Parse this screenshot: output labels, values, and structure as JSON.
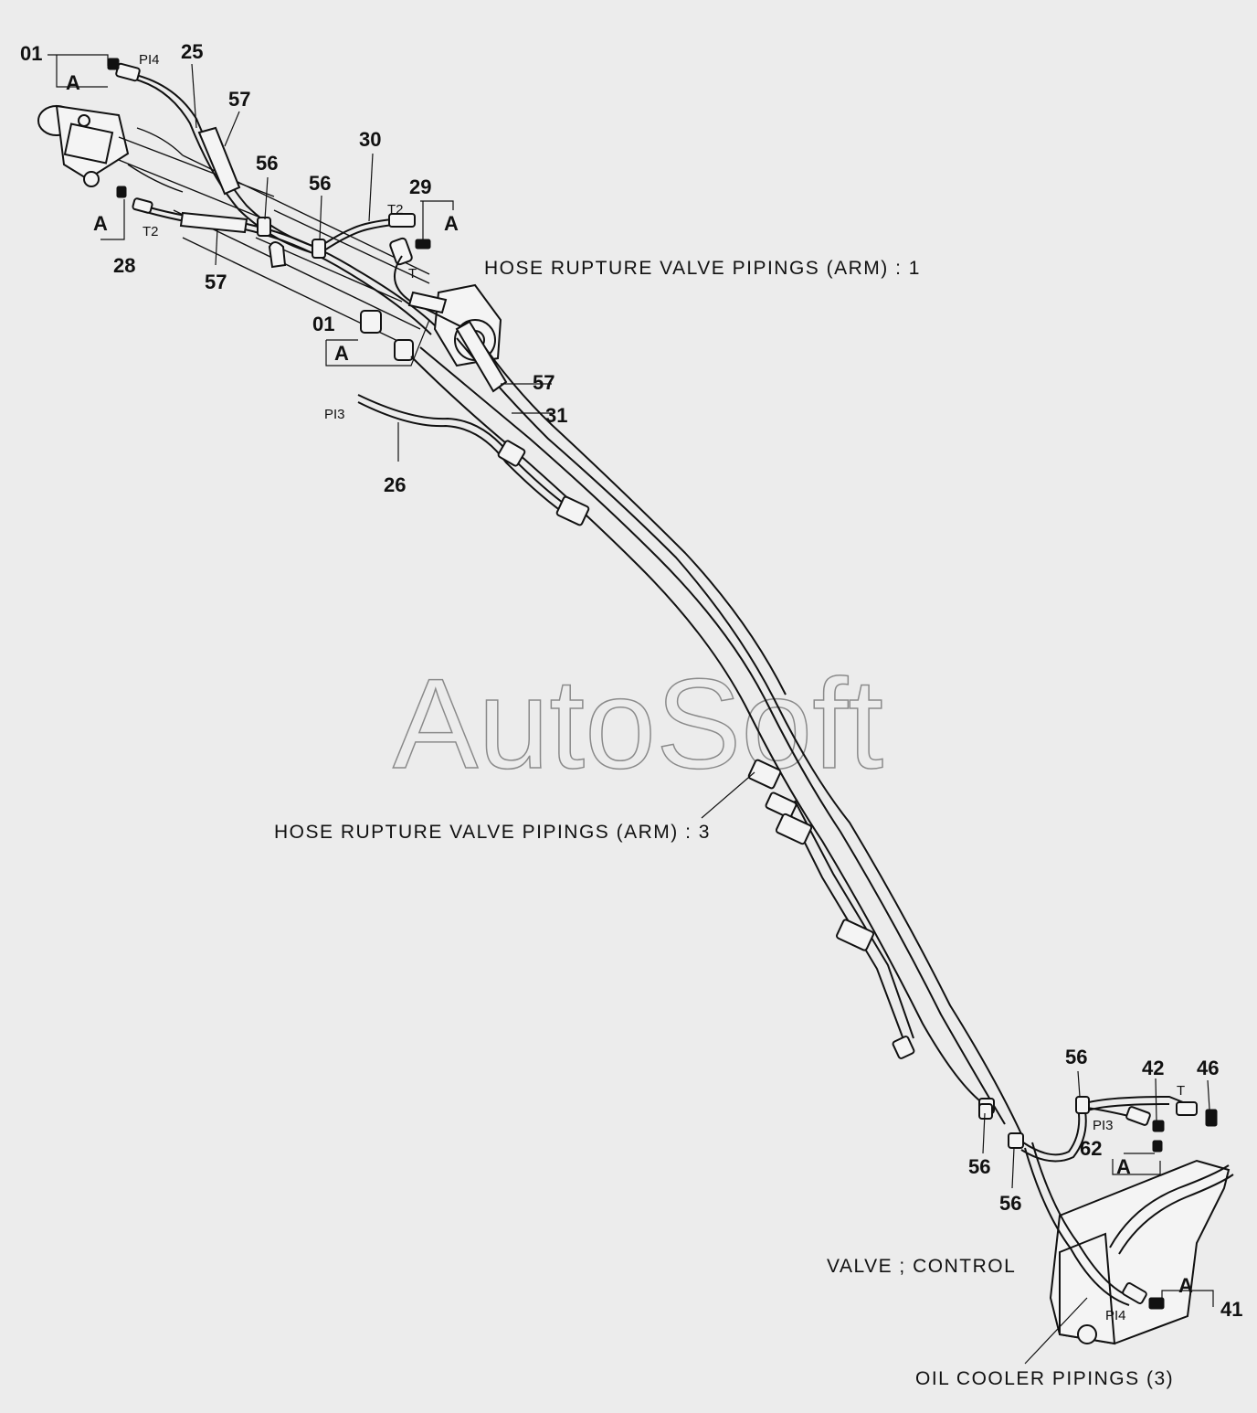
{
  "watermark": "AutoSoft",
  "captions": {
    "arm1": "HOSE RUPTURE VALVE PIPINGS (ARM) : 1",
    "arm3": "HOSE RUPTURE VALVE PIPINGS (ARM) : 3",
    "valve_control": "VALVE ; CONTROL",
    "oil_cooler": "OIL COOLER PIPINGS (3)"
  },
  "callouts": {
    "c01_top": "01",
    "c25": "25",
    "c57_top": "57",
    "c30": "30",
    "c56_a": "56",
    "c56_b": "56",
    "c29": "29",
    "c28": "28",
    "c57_mid": "57",
    "c01_mid": "01",
    "c57_right": "57",
    "c31": "31",
    "c26": "26",
    "c56_c": "56",
    "c42": "42",
    "c46": "46",
    "c62": "62",
    "c56_d": "56",
    "c56_e": "56",
    "c41": "41"
  },
  "port_labels": {
    "pi4_top": "PI4",
    "t2_left": "T2",
    "t2_right": "T2",
    "t_mid": "T",
    "pi3_mid": "PI3",
    "t_bottom": "T",
    "pi3_bottom": "PI3",
    "pi4_bottom": "PI4"
  },
  "detail_marks": {
    "a1": "A",
    "a2": "A",
    "a3": "A",
    "a4": "A",
    "a5": "A",
    "a6": "A"
  }
}
